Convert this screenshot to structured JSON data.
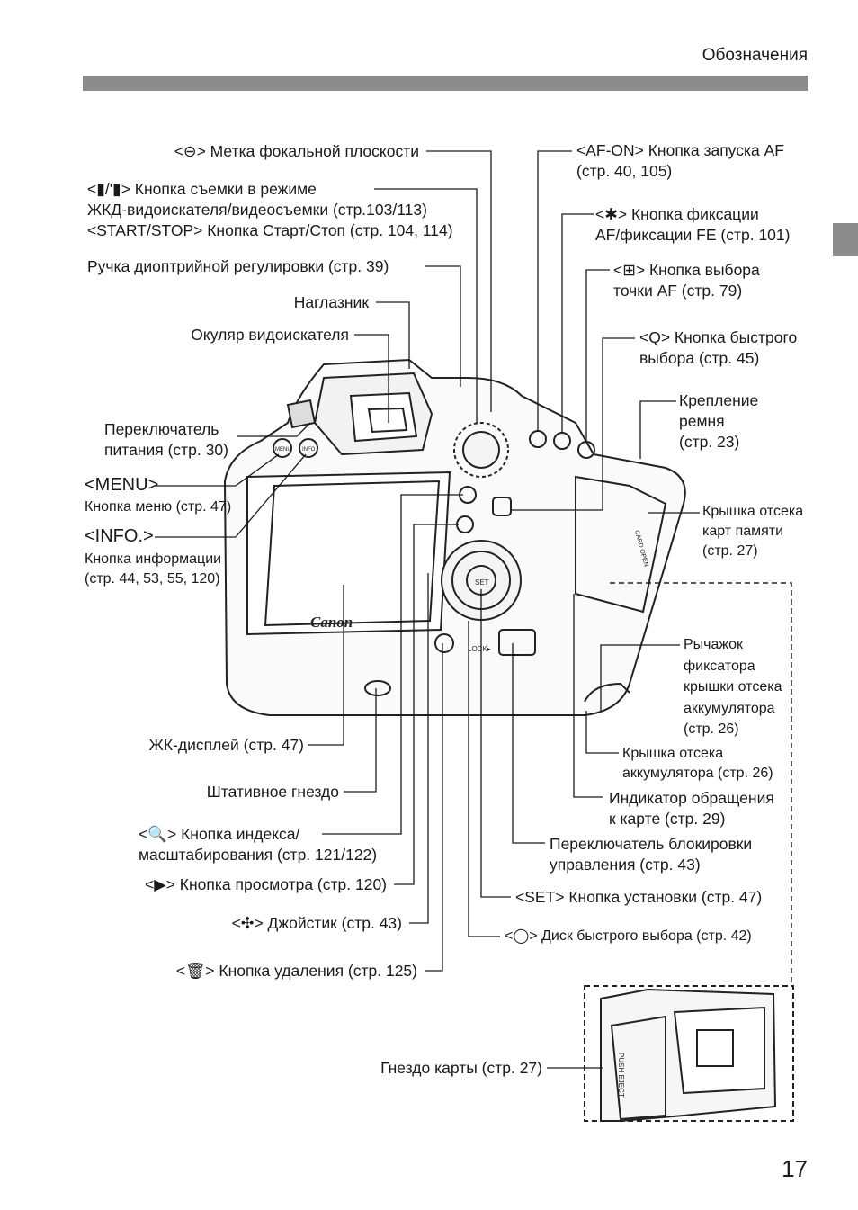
{
  "header": {
    "title": "Обозначения"
  },
  "page_number": "17",
  "labels_left": [
    {
      "id": "focal",
      "lines": [
        "<⊖> Метка фокальной плоскости"
      ]
    },
    {
      "id": "liveview",
      "lines": [
        "<▮/'▮> Кнопка съемки в режиме",
        "ЖКД-видоискателя/видеосъемки (стр.103/113)",
        "<START/STOP> Кнопка Старт/Стоп (стр. 104, 114)"
      ]
    },
    {
      "id": "diopter",
      "lines": [
        "Ручка диоптрийной регулировки (стр. 39)"
      ]
    },
    {
      "id": "eyecup",
      "lines": [
        "Наглазник"
      ]
    },
    {
      "id": "eyepiece",
      "lines": [
        "Окуляр видоискателя"
      ]
    },
    {
      "id": "power",
      "lines": [
        "Переключатель",
        "питания (стр. 30)"
      ]
    },
    {
      "id": "menu_title",
      "lines": [
        "<MENU>"
      ]
    },
    {
      "id": "menu",
      "lines": [
        "Кнопка меню (стр. 47)"
      ]
    },
    {
      "id": "info_title",
      "lines": [
        "<INFO.>"
      ]
    },
    {
      "id": "info",
      "lines": [
        "Кнопка информации",
        "(стр. 44, 53, 55, 120)"
      ]
    },
    {
      "id": "lcd",
      "lines": [
        "ЖК-дисплей (стр. 47)"
      ]
    },
    {
      "id": "tripod",
      "lines": [
        "Штативное гнездо"
      ]
    },
    {
      "id": "index",
      "lines": [
        "<🔍> Кнопка индекса/",
        "масштабирования (стр. 121/122)"
      ]
    },
    {
      "id": "play",
      "lines": [
        "<▶> Кнопка просмотра (стр. 120)"
      ]
    },
    {
      "id": "joystick",
      "lines": [
        "<✣> Джойстик (стр. 43)"
      ]
    },
    {
      "id": "erase",
      "lines": [
        "<🗑> Кнопка удаления (стр. 125)"
      ]
    },
    {
      "id": "cardslot",
      "lines": [
        "Гнездо карты (стр. 27)"
      ]
    }
  ],
  "labels_right": [
    {
      "id": "afon",
      "lines": [
        "<AF-ON> Кнопка запуска AF",
        "(стр. 40, 105)"
      ]
    },
    {
      "id": "aelock",
      "lines": [
        "<✱> Кнопка фиксации",
        "AF/фиксации FE (стр. 101)"
      ]
    },
    {
      "id": "afpoint",
      "lines": [
        "<⊞> Кнопка выбора",
        "точки AF (стр. 79)"
      ]
    },
    {
      "id": "quick",
      "lines": [
        "<Q> Кнопка быстрого",
        "выбора (стр. 45)"
      ]
    },
    {
      "id": "strap",
      "lines": [
        "Крепление",
        "ремня",
        "(стр. 23)"
      ]
    },
    {
      "id": "cardcover",
      "lines": [
        "Крышка отсека",
        "карт памяти",
        "(стр. 27)"
      ]
    },
    {
      "id": "batlever",
      "lines": [
        "Рычажок",
        "фиксатора",
        "крышки отсека",
        "аккумулятора",
        "(стр. 26)"
      ]
    },
    {
      "id": "batcover",
      "lines": [
        "Крышка отсека",
        "аккумулятора (стр. 26)"
      ]
    },
    {
      "id": "access",
      "lines": [
        "Индикатор обращения",
        "к карте (стр. 29)"
      ]
    },
    {
      "id": "lockswitch",
      "lines": [
        "Переключатель блокировки",
        "управления (стр. 43)"
      ]
    },
    {
      "id": "set",
      "lines": [
        "<SET> Кнопка установки (стр. 47)"
      ]
    },
    {
      "id": "dial",
      "lines": [
        "<◯> Диск быстрого выбора (стр. 42)"
      ]
    }
  ],
  "camera": {
    "brand": "Canon",
    "buttons": {
      "menu": "MENU",
      "info": "INFO",
      "set": "SET",
      "lock": "LOCK▸",
      "card_open": "CARD OPEN",
      "push_eject": "PUSH EJECT"
    }
  }
}
